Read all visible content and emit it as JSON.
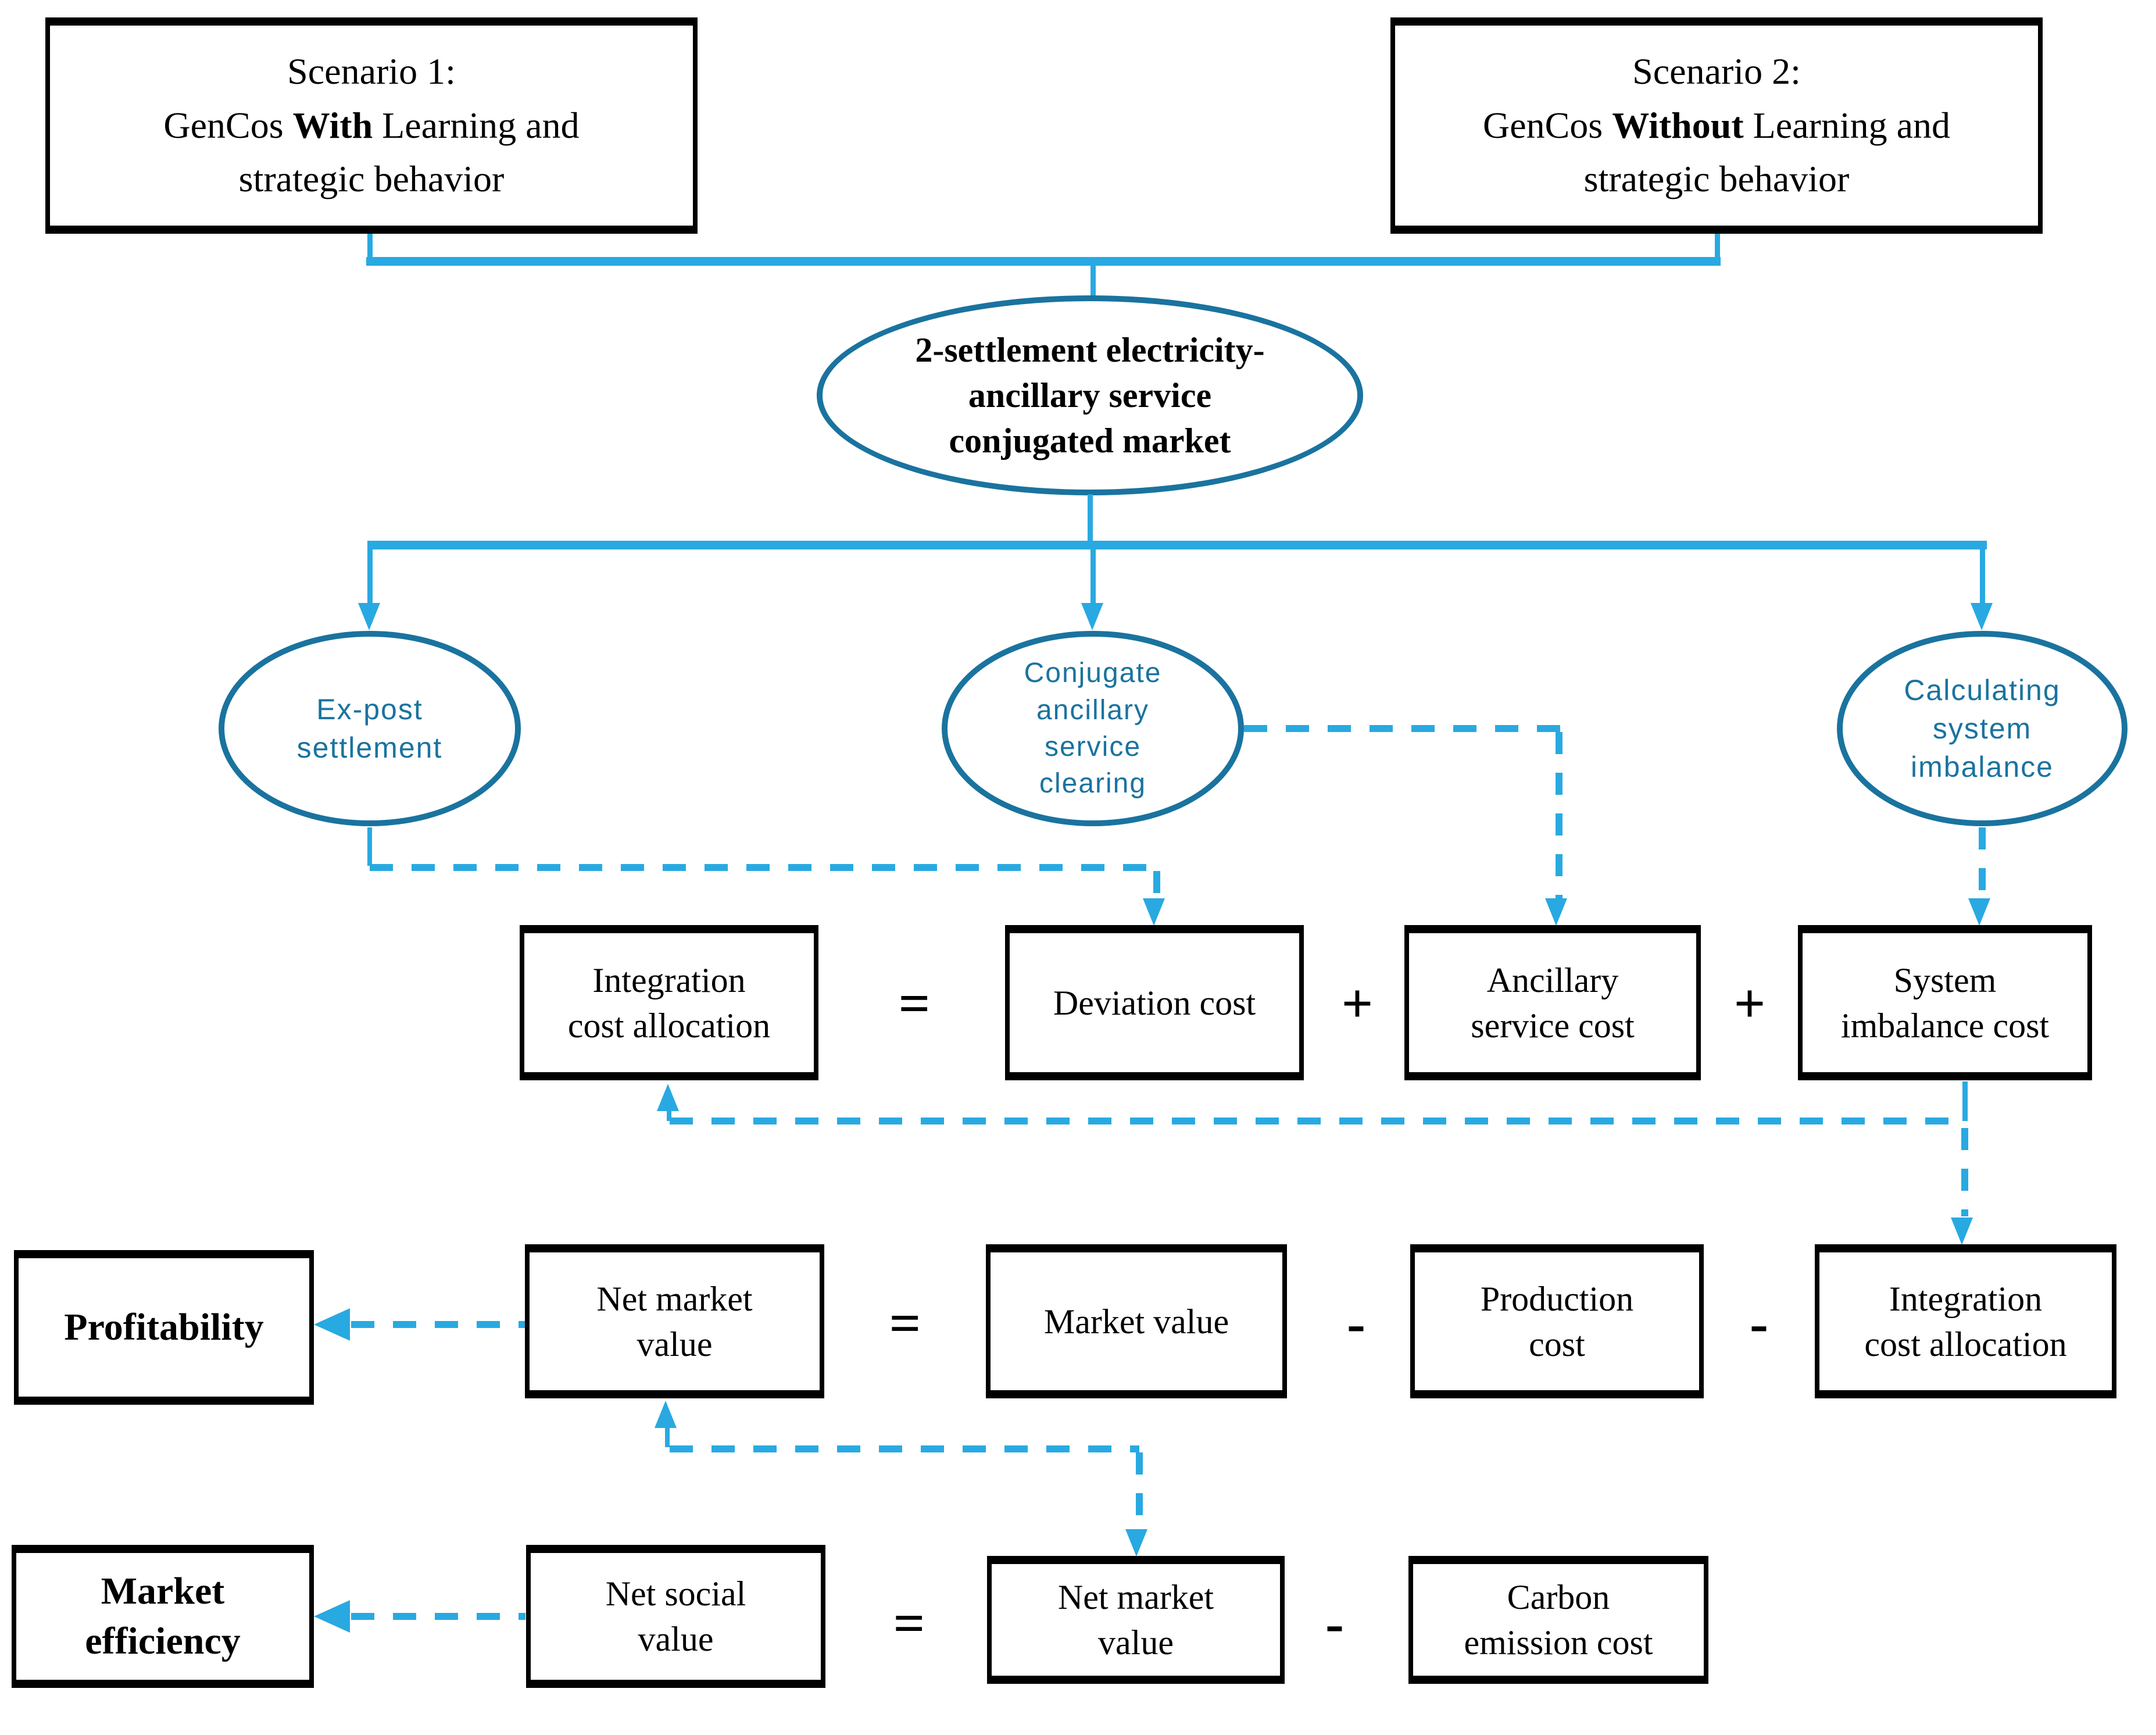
{
  "colors": {
    "connector_blue": "#29a9e1",
    "ellipse_teal": "#1a739f",
    "box_border_black": "#000000"
  },
  "scenarios": {
    "s1": {
      "title": "Scenario 1:",
      "pre": "GenCos ",
      "bold": "With",
      "post": " Learning and",
      "line2": "strategic behavior"
    },
    "s2": {
      "title": "Scenario 2:",
      "pre": "GenCos ",
      "bold": "Without",
      "post": " Learning and",
      "line2": "strategic behavior"
    }
  },
  "market_ellipse": {
    "lines": [
      "2-settlement electricity-",
      "ancillary service",
      "conjugated market"
    ]
  },
  "process_ellipses": {
    "ex_post": {
      "lines": [
        "Ex-post",
        "settlement"
      ]
    },
    "conjugate": {
      "lines": [
        "Conjugate",
        "ancillary",
        "service",
        "clearing"
      ]
    },
    "calculating": {
      "lines": [
        "Calculating",
        "system",
        "imbalance"
      ]
    }
  },
  "eq1": {
    "result_lines": [
      "Integration",
      "cost allocation"
    ],
    "op_equals": "=",
    "term1": "Deviation cost",
    "op_plus1": "+",
    "term2_lines": [
      "Ancillary",
      "service cost"
    ],
    "op_plus2": "+",
    "term3_lines": [
      "System",
      "imbalance cost"
    ]
  },
  "eq2": {
    "label": "Profitability",
    "result_lines": [
      "Net market",
      "value"
    ],
    "op_equals": "=",
    "term1": "Market value",
    "op_minus1": "-",
    "term2_lines": [
      "Production",
      "cost"
    ],
    "op_minus2": "-",
    "term3_lines": [
      "Integration",
      "cost allocation"
    ]
  },
  "eq3": {
    "label_lines": [
      "Market",
      "efficiency"
    ],
    "result_lines": [
      "Net social",
      "value"
    ],
    "op_equals": "=",
    "term1_lines": [
      "Net market",
      "value"
    ],
    "op_minus": "-",
    "term2_lines": [
      "Carbon",
      "emission cost"
    ]
  }
}
